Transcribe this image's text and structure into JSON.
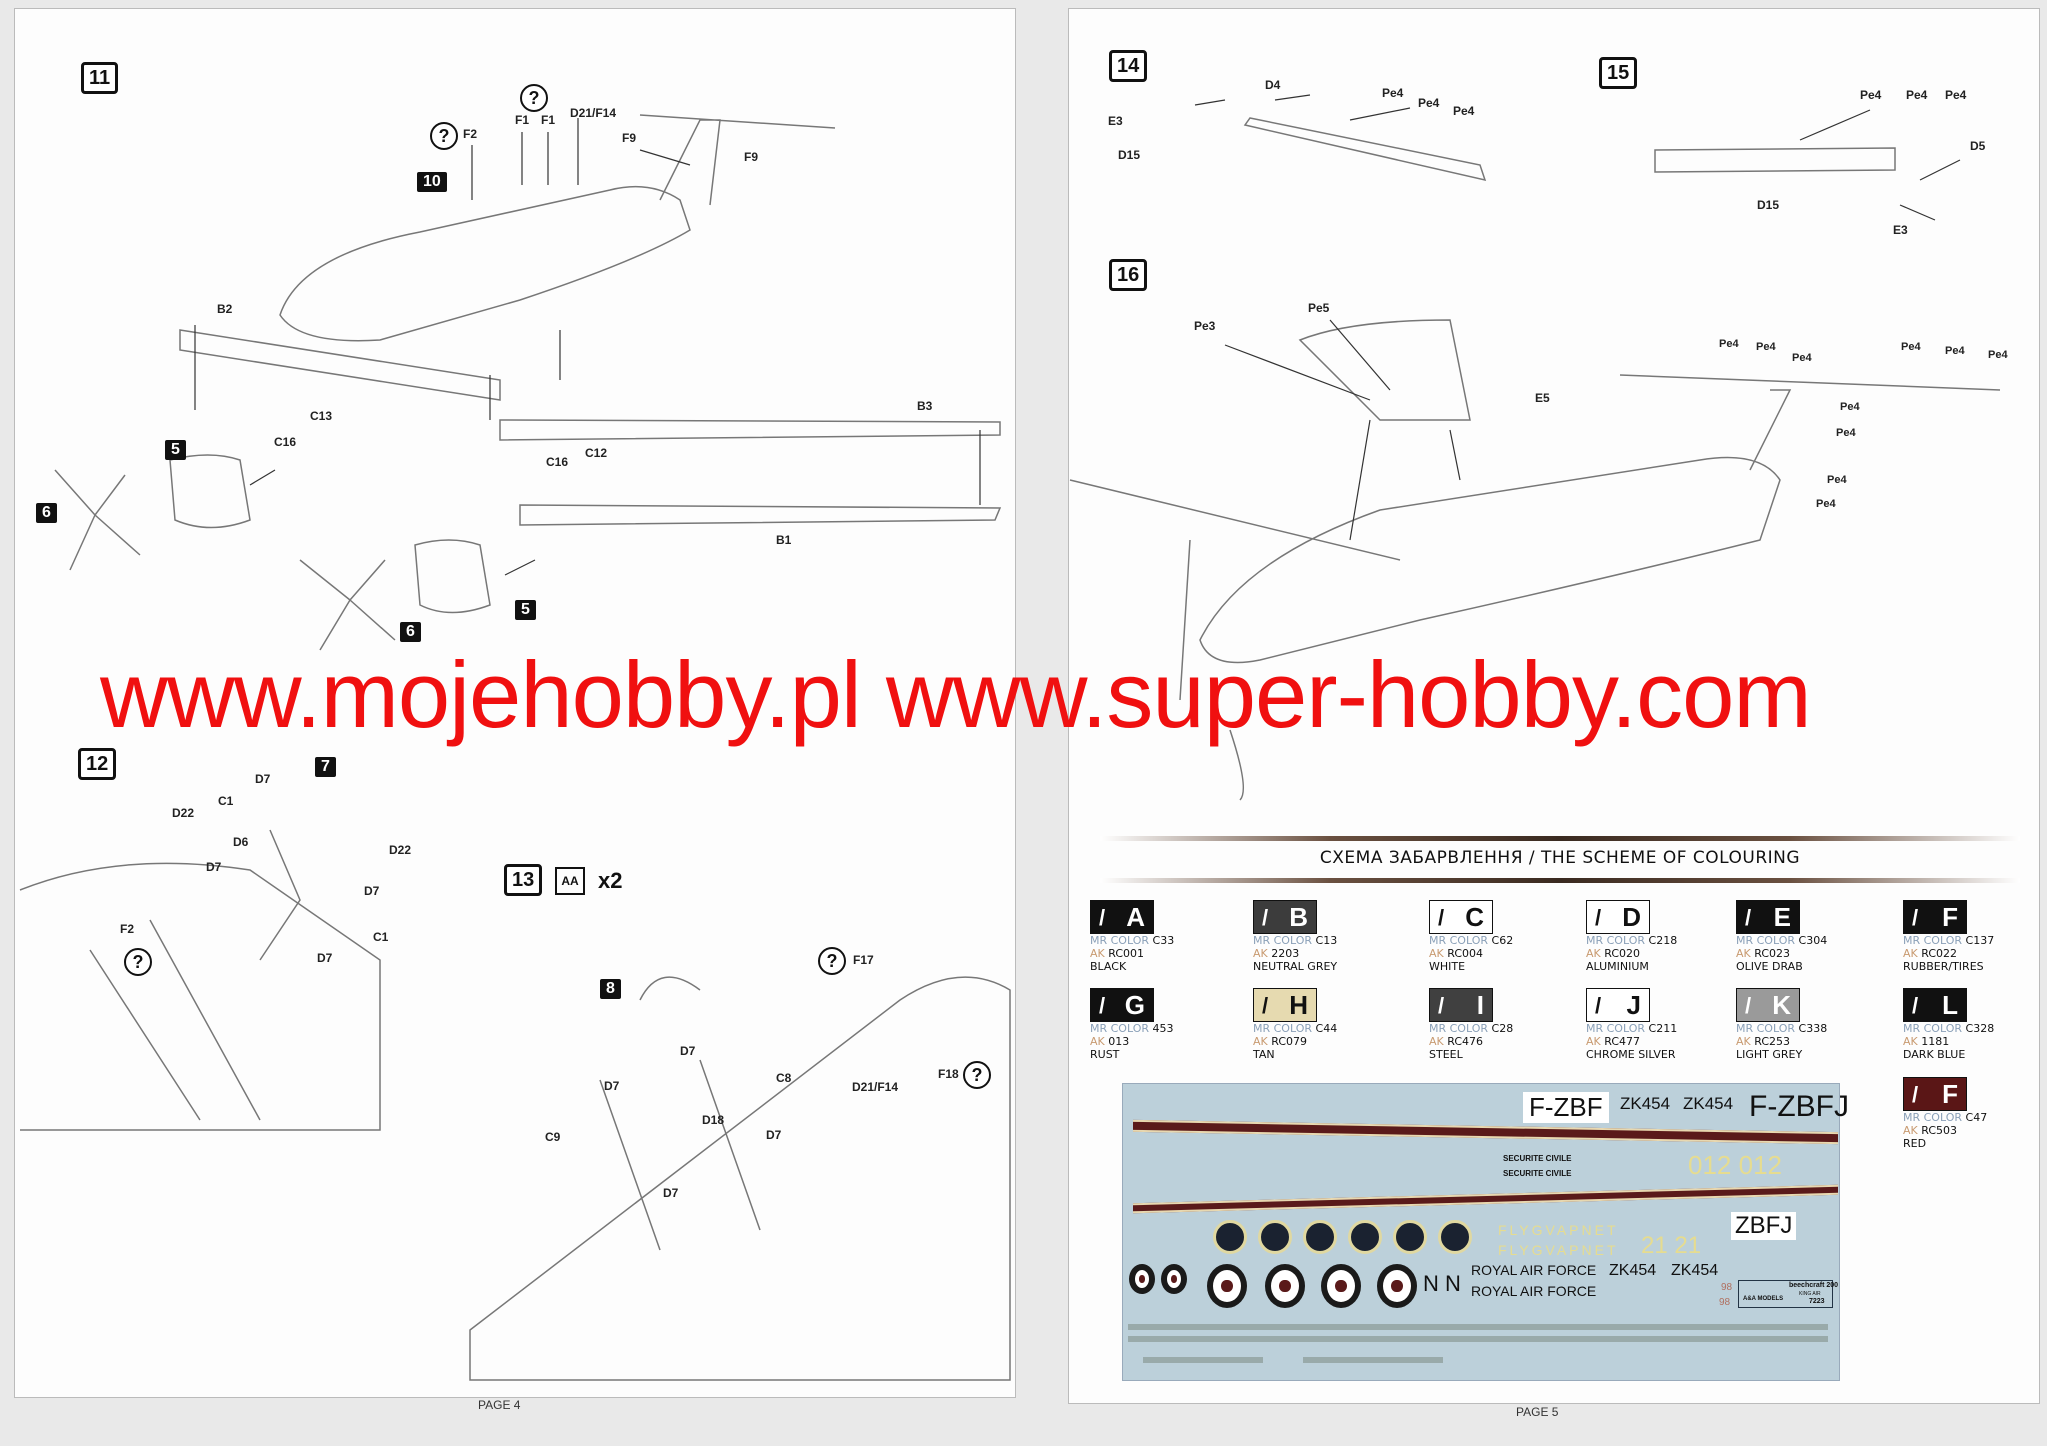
{
  "watermark": "www.mojehobby.pl www.super-hobby.com",
  "page4": {
    "page_label": "PAGE 4",
    "steps": [
      "11",
      "12",
      "13"
    ],
    "badges": [
      "10",
      "5",
      "6",
      "5",
      "6",
      "7",
      "8"
    ],
    "question": "?",
    "step11_labels": [
      "F2",
      "F1",
      "F1",
      "D21/F14",
      "F9",
      "F9",
      "B2",
      "B3",
      "C13",
      "C16",
      "C16",
      "C12",
      "B1"
    ],
    "step12_labels": [
      "D7",
      "D22",
      "C1",
      "D6",
      "D7",
      "D22",
      "D7",
      "F2",
      "C1",
      "D7"
    ],
    "step13_labels": [
      "F17",
      "D7",
      "C8",
      "D21/F14",
      "F18",
      "D7",
      "D18",
      "D7",
      "C9",
      "D7"
    ],
    "step13_icon": "AA",
    "step13_multiplier": "x2"
  },
  "page5": {
    "page_label": "PAGE 5",
    "steps": [
      "14",
      "15",
      "16"
    ],
    "step14_labels": [
      "D4",
      "E3",
      "D15",
      "Pe4",
      "Pe4",
      "Pe4"
    ],
    "step15_labels": [
      "Pe4",
      "Pe4",
      "Pe4",
      "D5",
      "D15",
      "E3"
    ],
    "step16_labels": [
      "Pe3",
      "Pe5",
      "E5",
      "Pe4",
      "Pe4",
      "Pe4",
      "Pe4",
      "Pe4",
      "Pe4",
      "Pe4",
      "Pe4",
      "Pe4",
      "Pe4"
    ],
    "scheme_title": "СХЕМА ЗАБАРВЛЕННЯ / THE SCHEME OF COLOURING",
    "colours": [
      {
        "letter": "A",
        "mr": "MR COLOR",
        "mr_code": "C33",
        "ak": "AK",
        "ak_code": "RC001",
        "name": "BLACK",
        "hex": "#111111"
      },
      {
        "letter": "B",
        "mr": "MR COLOR",
        "mr_code": "C13",
        "ak": "AK",
        "ak_code": "2203",
        "name": "NEUTRAL GREY",
        "hex": "#3c3c3c"
      },
      {
        "letter": "C",
        "mr": "MR COLOR",
        "mr_code": "C62",
        "ak": "AK",
        "ak_code": "RC004",
        "name": "WHITE",
        "hex": "#ffffff"
      },
      {
        "letter": "D",
        "mr": "MR COLOR",
        "mr_code": "C218",
        "ak": "AK",
        "ak_code": "RC020",
        "name": "ALUMINIUM",
        "hex": "#ffffff"
      },
      {
        "letter": "E",
        "mr": "MR COLOR",
        "mr_code": "C304",
        "ak": "AK",
        "ak_code": "RC023",
        "name": "OLIVE DRAB",
        "hex": "#111111"
      },
      {
        "letter": "F",
        "mr": "MR COLOR",
        "mr_code": "C137",
        "ak": "AK",
        "ak_code": "RC022",
        "name": "RUBBER/TIRES",
        "hex": "#111111"
      },
      {
        "letter": "G",
        "mr": "MR COLOR",
        "mr_code": "453",
        "ak": "AK",
        "ak_code": "013",
        "name": "RUST",
        "hex": "#111111"
      },
      {
        "letter": "H",
        "mr": "MR COLOR",
        "mr_code": "C44",
        "ak": "AK",
        "ak_code": "RC079",
        "name": "TAN",
        "hex": "#e6dab0"
      },
      {
        "letter": "I",
        "mr": "MR COLOR",
        "mr_code": "C28",
        "ak": "AK",
        "ak_code": "RC476",
        "name": "STEEL",
        "hex": "#404040"
      },
      {
        "letter": "J",
        "mr": "MR COLOR",
        "mr_code": "C211",
        "ak": "AK",
        "ak_code": "RC477",
        "name": "CHROME SILVER",
        "hex": "#ffffff"
      },
      {
        "letter": "K",
        "mr": "MR COLOR",
        "mr_code": "C338",
        "ak": "AK",
        "ak_code": "RC253",
        "name": "LIGHT GREY",
        "hex": "#9a9a9a"
      },
      {
        "letter": "L",
        "mr": "MR COLOR",
        "mr_code": "C328",
        "ak": "AK",
        "ak_code": "1181",
        "name": "DARK BLUE",
        "hex": "#111111"
      },
      {
        "letter": "F",
        "mr": "MR COLOR",
        "mr_code": "C47",
        "ak": "AK",
        "ak_code": "RC503",
        "name": "RED",
        "hex": "#5a1616"
      }
    ],
    "decals": {
      "reg1": "F-ZBF",
      "zk1": "ZK454",
      "zk2": "ZK454",
      "reg2": "F-ZBFJ",
      "sec1": "SECURITE CIVILE",
      "sec2": "SECURITE CIVILE",
      "num012": "012 012",
      "zbfj": "ZBFJ",
      "fly1": "FLYGVAPNET",
      "fly2": "FLYGVAPNET",
      "num21": "21 21",
      "raf1": "ROYAL AIR FORCE",
      "raf2": "ROYAL AIR FORCE",
      "nn": "N N",
      "zk3": "ZK454",
      "zk4": "ZK454",
      "n98a": "98",
      "n98b": "98",
      "brand": "A&A MODELS",
      "product": "beechcraft 200",
      "product_sub": "KING AIR",
      "cat": "7223"
    }
  }
}
